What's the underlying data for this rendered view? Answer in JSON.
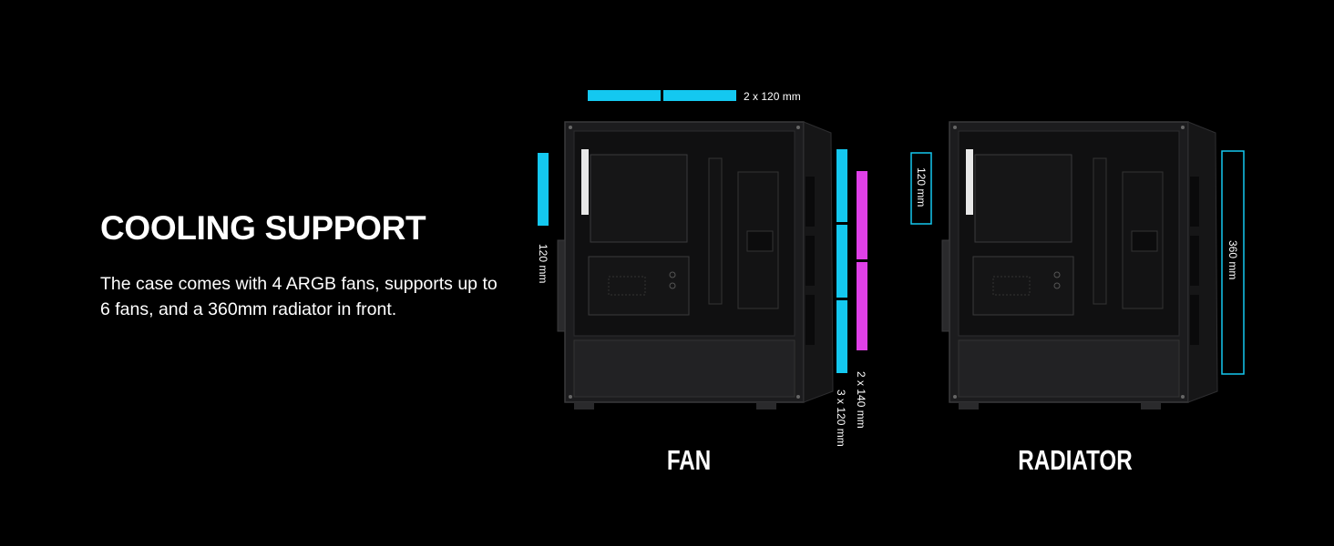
{
  "heading": "COOLING SUPPORT",
  "description": "The case comes with 4 ARGB fans, supports up to 6 fans, and a 360mm radiator in front.",
  "fan_diagram": {
    "caption": "FAN",
    "top_label": "2 x 120 mm",
    "rear_label": "120 mm",
    "front_120_label": "3 x 120 mm",
    "front_140_label": "2 x 140 mm"
  },
  "radiator_diagram": {
    "caption": "RADIATOR",
    "rear_label": "120 mm",
    "front_label": "360 mm"
  },
  "colors": {
    "background": "#000000",
    "cyan": "#14c8f0",
    "magenta": "#e040e8",
    "case": "#1d1d1f"
  }
}
